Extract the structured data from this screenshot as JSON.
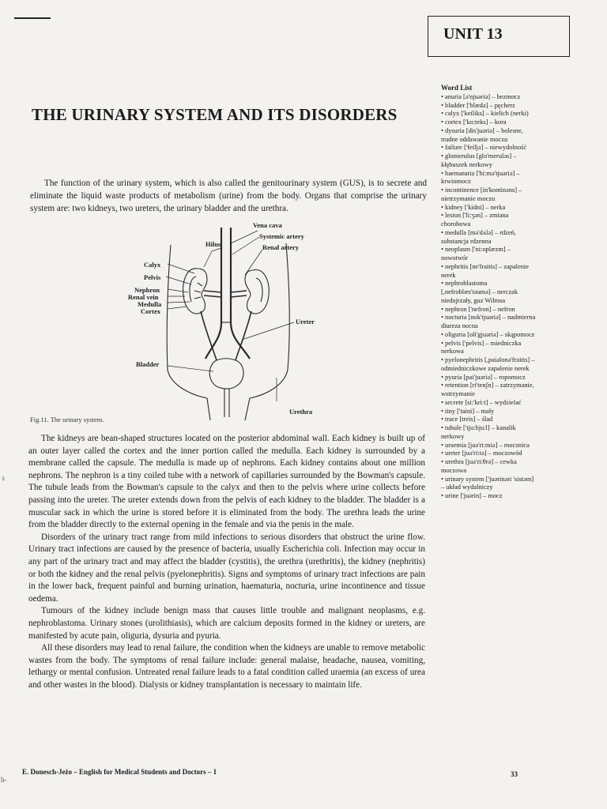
{
  "unit": "UNIT 13",
  "title": "THE URINARY SYSTEM AND ITS DISORDERS",
  "intro": "The function of the urinary system, which is also called the genitourinary system (GUS), is to secrete and eliminate the liquid waste products of metabolism (urine) from the body. Organs that comprise the urinary system are: two kidneys, two ureters, the urinary bladder and the urethra.",
  "figure": {
    "labels": {
      "vena_cava": "Vena cava",
      "systemic_artery": "Systemic artery",
      "hilus": "Hilus",
      "renal_artery": "Renal artery",
      "calyx": "Calyx",
      "pelvis": "Pelvis",
      "nephron": "Nephron",
      "renal_vein": "Renal vein",
      "medulla": "Medulla",
      "cortex": "Cortex",
      "ureter": "Ureter",
      "bladder": "Bladder",
      "urethra": "Urethra"
    },
    "caption": "Fig.11. The urinary system."
  },
  "paragraphs": [
    "The kidneys are bean-shaped structures located on the posterior abdominal wall. Each kidney is built up of an outer layer called the cortex and the inner portion called the medulla. Each kidney is surrounded by a membrane called the capsule. The medulla is made up of nephrons. Each kidney contains about one million nephrons. The nephron is a tiny coiled tube with a network of capillaries surrounded by the Bowman's capsule. The tubule leads from the Bowman's capsule to the calyx and then to the pelvis where urine collects before passing into the ureter. The ureter extends down from the pelvis of each kidney to the bladder. The bladder is a muscular sack in which the urine is stored before it is eliminated from the body. The urethra leads the urine from the bladder directly to the external opening in the female and via the penis in the male.",
    "Disorders of the urinary tract range from mild infections to serious disorders that obstruct the urine flow. Urinary tract infections are caused by the presence of bacteria, usually Escherichia coli. Infection may occur in any part of the urinary tract and may affect the bladder (cystitis), the urethra (urethritis), the kidney (nephritis) or both the kidney and the renal pelvis (pyelonephritis). Signs and symptoms of urinary tract infections are pain in the lower back, frequent painful and burning urination, haematuria, nocturia, urine incontinence and tissue oedema.",
    "Tumours of the kidney include benign mass that causes little trouble and malignant neoplasms, e.g. nephroblastoma. Urinary stones (urolithiasis), which are calcium deposits formed in the kidney or ureters, are manifested by acute pain, oliguria, dysuria and pyuria.",
    "All these disorders may lead to renal failure, the condition when the kidneys are unable to remove metabolic wastes from the body. The symptoms of renal failure include: general malaise, headache, nausea, vomiting, lethargy or mental confusion. Untreated renal failure leads to a fatal condition called uraemia (an excess of urea and other wastes in the blood). Dialysis or kidney transplantation is necessary to maintain life."
  ],
  "word_list": {
    "title": "Word List",
    "entries": [
      "• anuria [ə'njuəriə] – bezmocz",
      "• bladder ['blædə] – pęcherz",
      "• calyx ['keiliks] – kielich (nerki)",
      "• cortex ['ko:teks] – kora",
      "• dysuria [dis'juəriə] – bolesne, trudne oddawanie moczu",
      "• failure ['feiljə] – niewydolność",
      "• glomerulus [glo'meruləs] – kłębuszek nerkowy",
      "• haematuria ['hi:mə'tjuəriə] – krwiomocz",
      "• incontinence [in'kontinəns] – nietrzymanie moczu",
      "• kidney ['kidni] – nerka",
      "• lesion ['li:ʒən] – zmiana chorobowa",
      "• medulla [mə'dʌlə] – rdzeń, substancja rdzenna",
      "• neoplasm ['ni:oplæzm] – nowotwór",
      "• nephritis [ne'fraitis] – zapalenie nerek",
      "• nephroblastoma [,nefroblæs'təumə] – nerczak niedojrzały, guz Wilmsa",
      "• nephron ['nefron] – nefron",
      "• nocturia [nok'tjuəriə] – nadmierna diureza nocna",
      "• oliguria [oli'gjuəriə] – skąpomocz",
      "• pelvis ['pelvis] – miedniczka nerkowa",
      "• pyelonephritis [,paiəlonə'fraitis] – odmiedniczkowe zapalenie nerek",
      "• pyuria [pai'juəriə] – ropomocz",
      "• retention [ri'tenʃn] – zatrzymanie, wstrzymanie",
      "• secrete [si:'kri:t] – wydzielać",
      "• tiny ['taini] – mały",
      "• trace [treis] – ślad",
      "• tubule ['tju:bju:l] – kanalik nerkowy",
      "• uraemia [juə'ri:miə] – mocznica",
      "• ureter [juə'ri:tə] – moczowód",
      "• urethra [juə'ri:θrə] – cewka moczowa",
      "• urinary system ['juərinəri 'sistəm] – układ wydalniczy",
      "• urine ['juərin] – mocz"
    ]
  },
  "footer": {
    "text": "E. Donesch-Jeżo – English for Medical Students and Doctors – 1",
    "page_number": "33",
    "margin_marks": [
      "h-",
      "ɜ"
    ]
  }
}
